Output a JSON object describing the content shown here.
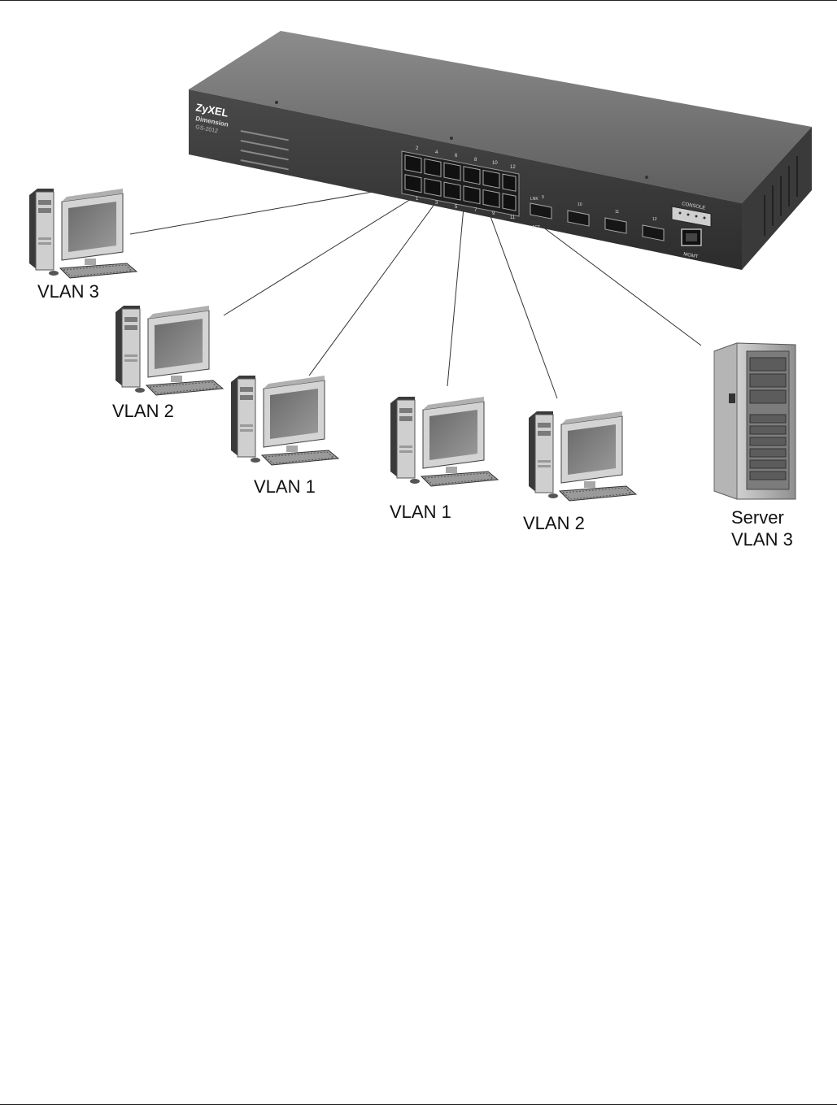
{
  "switch": {
    "brand": "ZyXEL",
    "subbrand": "Dimension",
    "model": "GS-2012",
    "port_numbers_top": [
      "2",
      "4",
      "6",
      "8",
      "10",
      "12"
    ],
    "port_numbers_bottom": [
      "1",
      "3",
      "5",
      "7",
      "9",
      "11"
    ],
    "sfp_numbers": [
      "9",
      "10",
      "11",
      "12"
    ],
    "console_label": "CONSOLE",
    "mgmt_label": "MGMT",
    "link_label": "LNK",
    "act_label": "ACT"
  },
  "clients": [
    {
      "label": "VLAN 3"
    },
    {
      "label": "VLAN 2"
    },
    {
      "label": "VLAN 1"
    },
    {
      "label": "VLAN 1"
    },
    {
      "label": "VLAN 2"
    }
  ],
  "server": {
    "line1": "Server",
    "line2": "VLAN 3"
  }
}
